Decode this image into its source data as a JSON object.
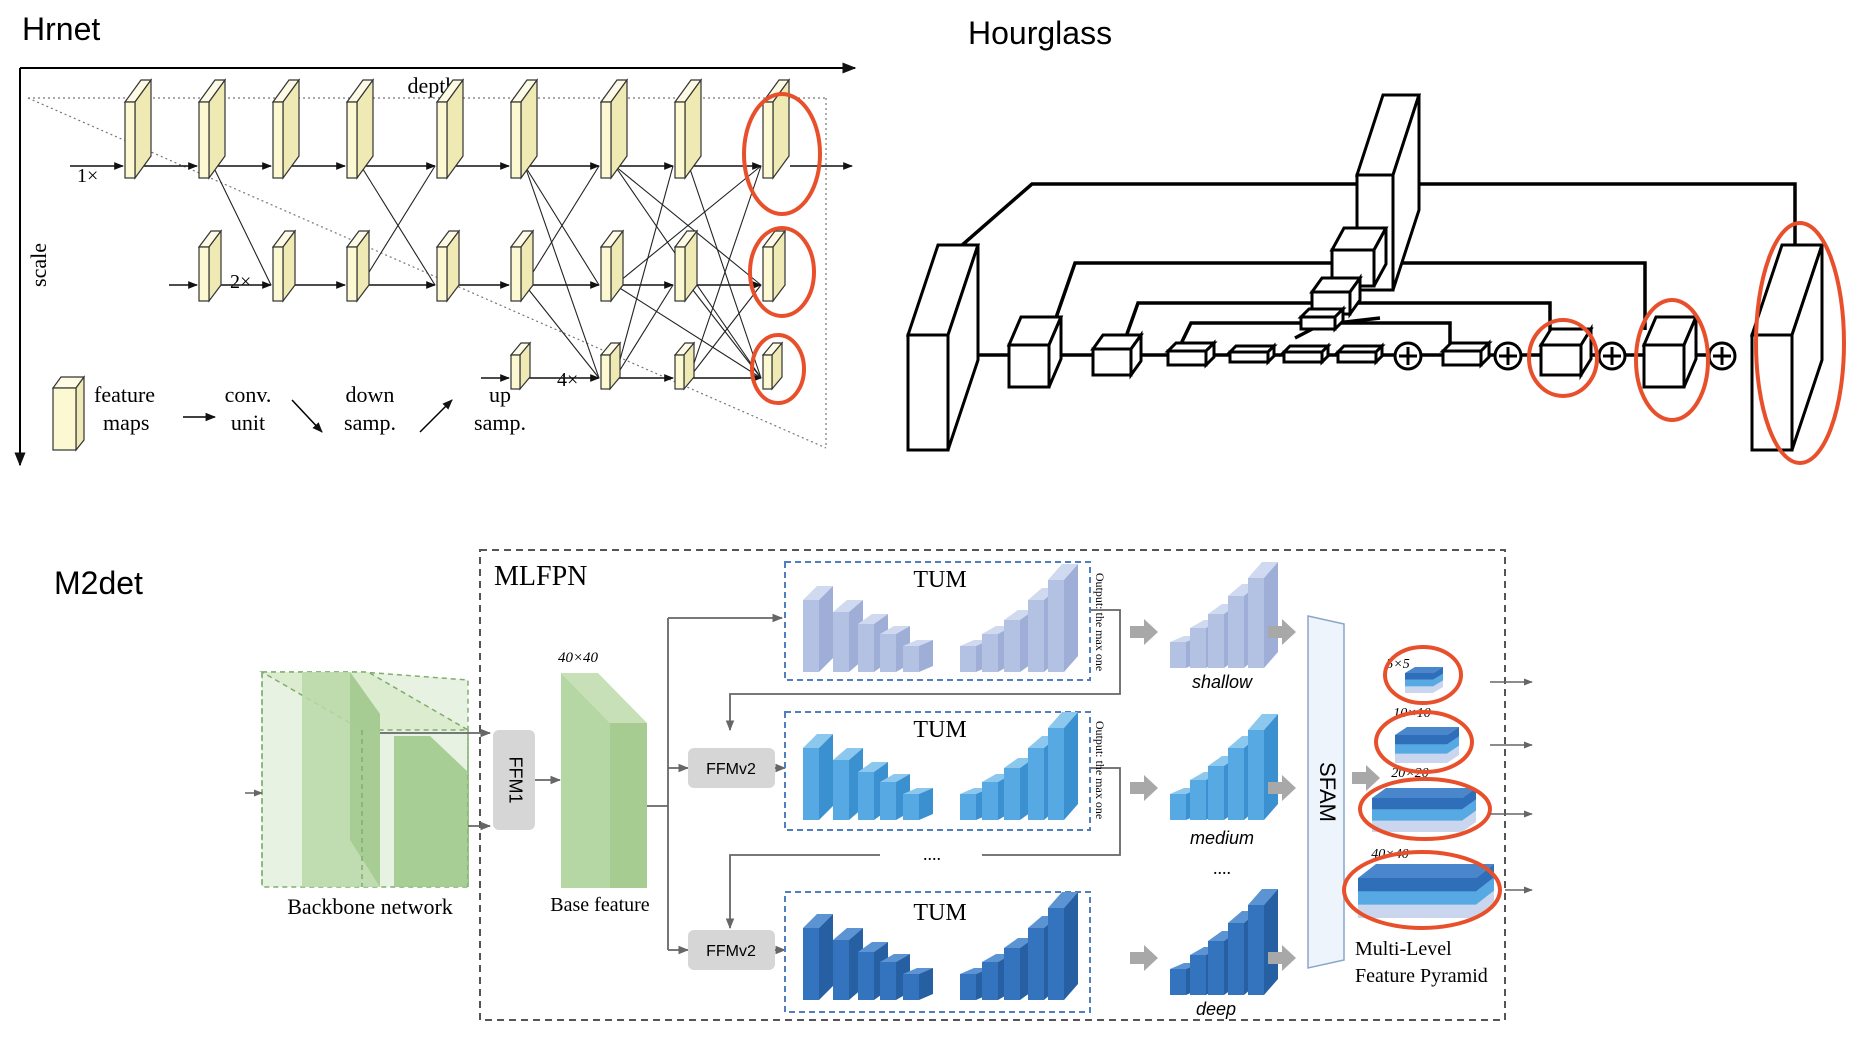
{
  "panels": {
    "hrnet": {
      "title": "Hrnet",
      "axis_depth": "depth",
      "axis_scale": "scale",
      "scale_labels": [
        "1×",
        "2×",
        "4×"
      ],
      "legend": {
        "feature_l1": "feature",
        "feature_l2": "maps",
        "conv_l1": "conv.",
        "conv_l2": "unit",
        "down_l1": "down",
        "down_l2": "samp.",
        "up_l1": "up",
        "up_l2": "samp."
      }
    },
    "hourglass": {
      "title": "Hourglass"
    },
    "m2det": {
      "title": "M2det",
      "mlfpn": "MLFPN",
      "tum": "TUM",
      "ffm1": "FFM1",
      "ffmv2": "FFMv2",
      "sfam": "SFAM",
      "size_40": "40×40",
      "backbone": "Backbone network",
      "base_feature": "Base feature",
      "output_note": "Output: the max one",
      "shallow": "shallow",
      "medium": "medium",
      "deep": "deep",
      "dots": "....",
      "pyramid_sizes": [
        "5×5",
        "10×10",
        "20×20",
        "40×40"
      ],
      "pyramid_l1": "Multi-Level",
      "pyramid_l2": "Feature Pyramid"
    }
  },
  "colors": {
    "highlight": "#e8502c",
    "hrnet_block": "#fbf8d2",
    "tum_shallow": "#b8c6e6",
    "tum_medium": "#56a9e3",
    "tum_deep": "#2f6fba",
    "green": "#a9cf99",
    "gray_box": "#d6d6d6"
  }
}
